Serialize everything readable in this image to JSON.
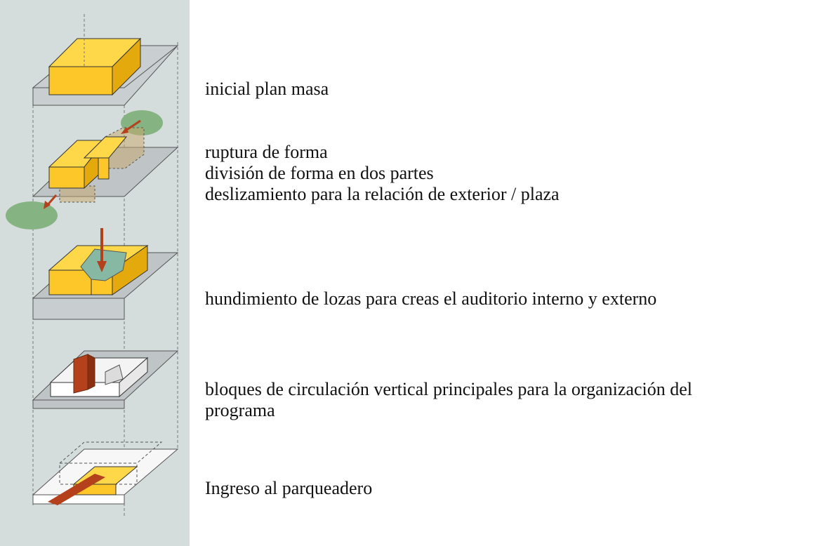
{
  "colors": {
    "panel_background": "#d5dcdc",
    "block_yellow": "#fdc629",
    "block_top": "#ffd84a",
    "block_side": "#e4a90c",
    "slab_gray": "#bfc4c6",
    "slab_white": "#f4f4f4",
    "arrow_red": "#b4401c",
    "green_area": "#86b382",
    "teal_slab": "#86b8a4"
  },
  "steps": [
    {
      "id": "step-1",
      "icon": "initial-mass-block",
      "lines": [
        "inicial plan masa"
      ]
    },
    {
      "id": "step-2",
      "icon": "split-mass-blocks",
      "lines": [
        "ruptura de forma",
        "división de forma en dos partes",
        "deslizamiento para la relación de exterior / plaza"
      ]
    },
    {
      "id": "step-3",
      "icon": "sunken-slab-auditorium",
      "lines": [
        "hundimiento de lozas para creas el auditorio interno y externo"
      ]
    },
    {
      "id": "step-4",
      "icon": "vertical-circulation-blocks",
      "lines": [
        "bloques de circulación vertical principales para la organización del",
        "programa"
      ]
    },
    {
      "id": "step-5",
      "icon": "parking-entrance",
      "lines": [
        "Ingreso al parqueadero"
      ]
    }
  ]
}
